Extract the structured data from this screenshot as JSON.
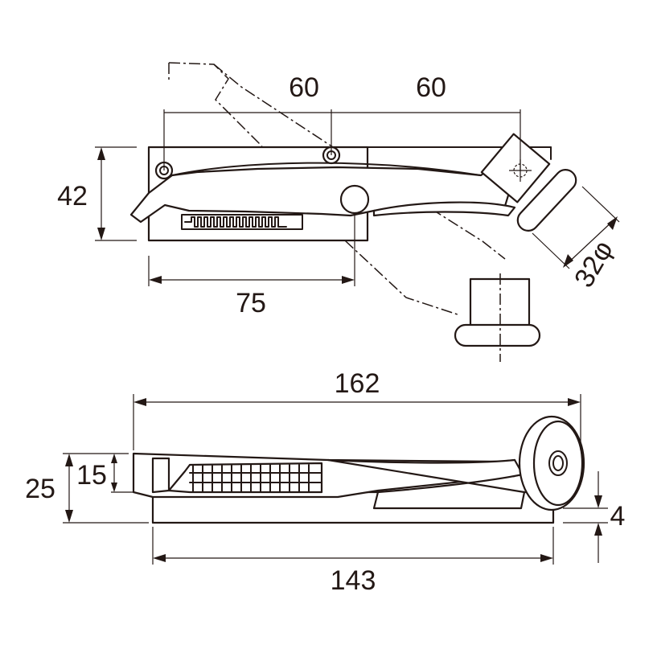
{
  "dimensions": {
    "hole_spacing_left": "60",
    "hole_spacing_right": "60",
    "top_height": "42",
    "top_length": "75",
    "knob_diameter": "32φ",
    "total_length": "162",
    "base_length": "143",
    "side_height_total": "25",
    "side_height_body": "15",
    "side_offset": "4"
  },
  "colors": {
    "line": "#231815",
    "background": "#ffffff"
  }
}
